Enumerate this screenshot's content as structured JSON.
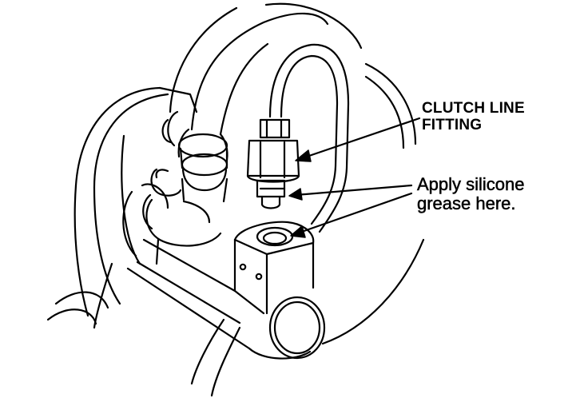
{
  "labels": {
    "clutch_line_fitting": [
      "CLUTCH LINE",
      "FITTING"
    ],
    "apply_grease": [
      "Apply silicone",
      "grease here."
    ]
  },
  "colors": {
    "ink": "#000000",
    "paper": "#ffffff"
  },
  "icons": [
    "clutch-hose",
    "steel-line-loop",
    "flare-nut-fitting",
    "master-cylinder-body",
    "bleeder-port"
  ]
}
